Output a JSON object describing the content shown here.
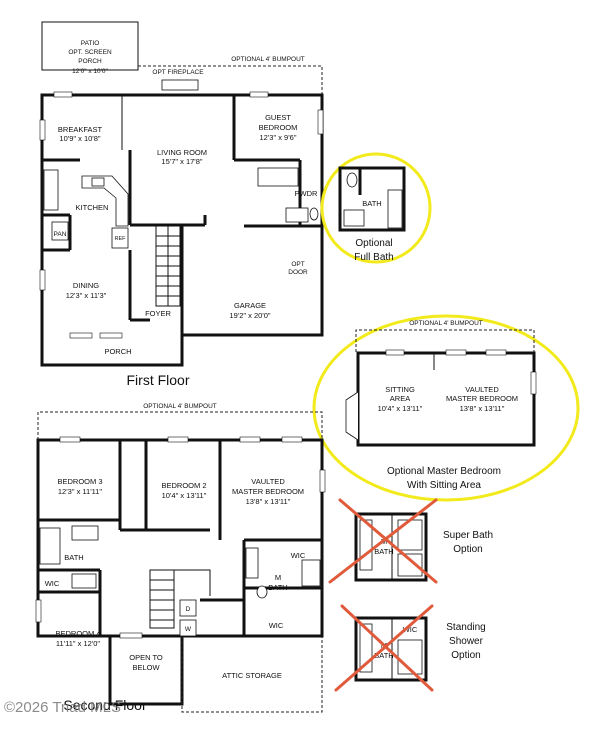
{
  "colors": {
    "highlight_ring": "#f2ea1a",
    "strike": "#e05a3c",
    "ink": "#111111"
  },
  "first_floor": {
    "title": "First Floor",
    "bumpout": "OPTIONAL 4' BUMPOUT",
    "patio": {
      "name": "PATIO",
      "alt": "OPT. SCREEN",
      "alt2": "PORCH",
      "dim": "12'0\" x 10'0\""
    },
    "fireplace": "OPT FIREPLACE",
    "breakfast": {
      "name": "BREAKFAST",
      "dim": "10'9\" x 10'8\""
    },
    "living": {
      "name": "LIVING ROOM",
      "dim": "15'7\" x 17'8\""
    },
    "guest": {
      "name": "GUEST",
      "name2": "BEDROOM",
      "dim": "12'3\" x 9'6\""
    },
    "kitchen": "KITCHEN",
    "pan": "PAN",
    "ref": "REF",
    "pwdr": "PWDR",
    "opt_door": {
      "l1": "OPT",
      "l2": "DOOR"
    },
    "dining": {
      "name": "DINING",
      "dim": "12'3\" x 11'3\""
    },
    "foyer": "FOYER",
    "garage": {
      "name": "GARAGE",
      "dim": "19'2\" x 20'0\""
    },
    "porch": "PORCH"
  },
  "opt_full_bath": {
    "room": "BATH",
    "caption1": "Optional",
    "caption2": "Full Bath"
  },
  "opt_master": {
    "bumpout": "OPTIONAL 4' BUMPOUT",
    "sitting": {
      "l1": "SITTING",
      "l2": "AREA",
      "dim": "10'4\" x 13'11\""
    },
    "vaulted": {
      "l1": "VAULTED",
      "l2": "MASTER BEDROOM",
      "dim": "13'8\" x 13'11\""
    },
    "caption1": "Optional Master Bedroom",
    "caption2": "With Sitting Area"
  },
  "second_floor": {
    "title": "Second Floor",
    "bumpout": "OPTIONAL 4' BUMPOUT",
    "bed3": {
      "name": "BEDROOM 3",
      "dim": "12'3\" x 11'11\""
    },
    "bed2": {
      "name": "BEDROOM 2",
      "dim": "10'4\" x 13'11\""
    },
    "master": {
      "l1": "VAULTED",
      "l2": "MASTER BEDROOM",
      "dim": "13'8\" x 13'11\""
    },
    "bath": "BATH",
    "wic": "WIC",
    "mbath": {
      "l1": "M",
      "l2": "BATH"
    },
    "d": "D",
    "w": "W",
    "bed4": {
      "name": "BEDROOM 4",
      "dim": "11'11\" x 12'0\""
    },
    "open_below": {
      "l1": "OPEN TO",
      "l2": "BELOW"
    },
    "attic": "ATTIC STORAGE"
  },
  "super_bath": {
    "m": "M",
    "bath": "BATH",
    "caption1": "Super Bath",
    "caption2": "Option"
  },
  "standing_shower": {
    "wic": "WIC",
    "m": "M",
    "bath": "BATH",
    "caption1": "Standing",
    "caption2": "Shower",
    "caption3": "Option"
  },
  "watermark": "©2026 Triad MLS"
}
